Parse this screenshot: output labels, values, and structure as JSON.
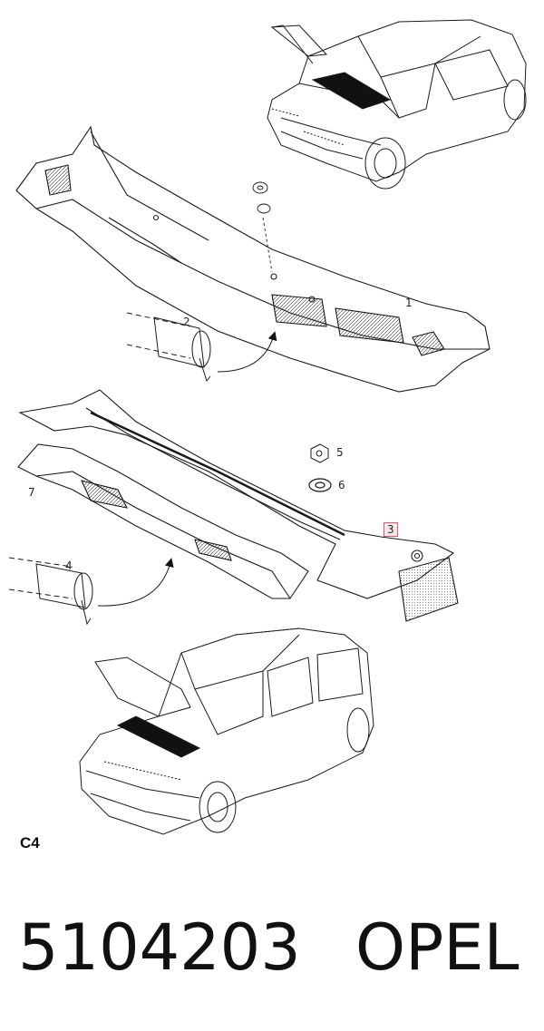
{
  "diagram": {
    "callouts": [
      {
        "id": "1",
        "label": "1",
        "boxed": false
      },
      {
        "id": "2",
        "label": "2",
        "boxed": false
      },
      {
        "id": "3",
        "label": "3",
        "boxed": true
      },
      {
        "id": "4",
        "label": "4",
        "boxed": false
      },
      {
        "id": "5",
        "label": "5",
        "boxed": false
      },
      {
        "id": "6",
        "label": "6",
        "boxed": false
      },
      {
        "id": "7",
        "label": "7",
        "boxed": false
      }
    ],
    "section_code": "C4"
  },
  "footer": {
    "part_number": "5104203",
    "brand": "OPEL"
  },
  "colors": {
    "line": "#1a1a1a",
    "highlight_border": "#e05a6a",
    "highlight_fill": "#ffe6ea"
  }
}
